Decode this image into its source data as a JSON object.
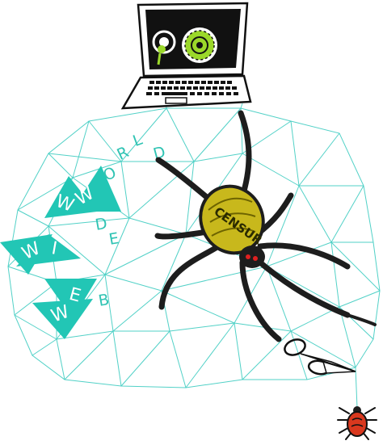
{
  "artwork": {
    "words": [
      {
        "name": "world",
        "letters": [
          "W",
          "O",
          "R",
          "L",
          "D"
        ]
      },
      {
        "name": "wide",
        "letters": [
          "W",
          "I",
          "D",
          "E"
        ]
      },
      {
        "name": "web",
        "letters": [
          "W",
          "E",
          "B"
        ]
      }
    ],
    "spider_label": "CENSUR",
    "colors": {
      "web_line": "#49cfc4",
      "flag": "#22c6b5",
      "spider_body": "#c8b81c",
      "spider_legs": "#1d1d1d",
      "small_spider": "#d9381e",
      "screen": "#111111",
      "eye_lime": "#9bd82a"
    },
    "icons": [
      "laptop-icon",
      "spider-icon",
      "scissors-icon",
      "small-spider-icon"
    ]
  }
}
